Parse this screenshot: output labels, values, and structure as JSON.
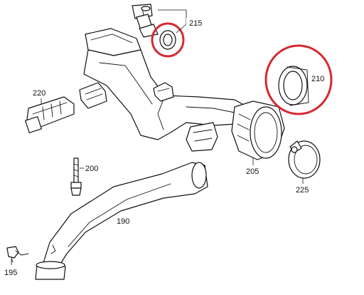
{
  "diagram": {
    "callouts": [
      {
        "id": "215",
        "text": "215"
      },
      {
        "id": "210",
        "text": "210"
      },
      {
        "id": "220",
        "text": "220"
      },
      {
        "id": "200",
        "text": "200"
      },
      {
        "id": "205",
        "text": "205"
      },
      {
        "id": "225",
        "text": "225"
      },
      {
        "id": "190",
        "text": "190"
      },
      {
        "id": "195",
        "text": "195"
      }
    ],
    "highlight_color": "#d42a33",
    "line_color": "#111111"
  }
}
